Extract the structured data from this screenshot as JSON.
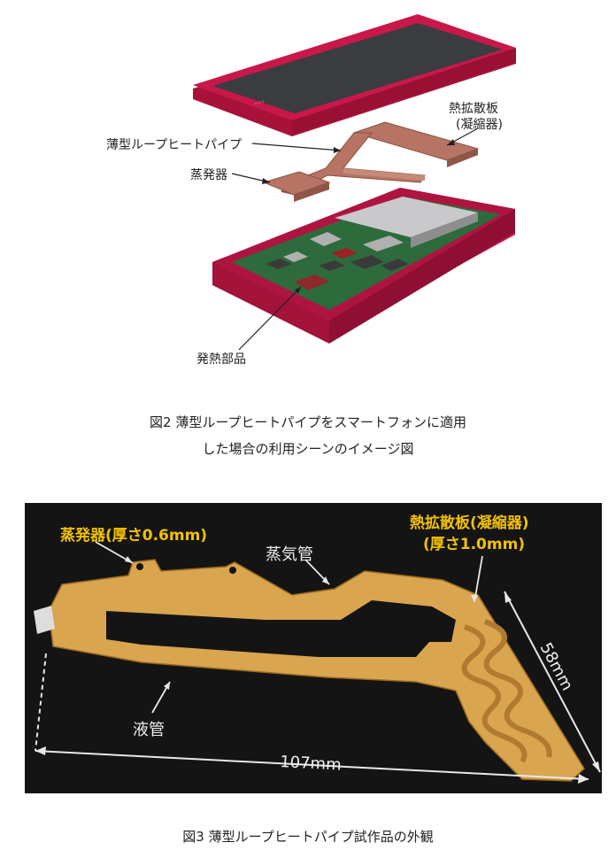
{
  "figure2": {
    "labels": {
      "heat_spreader_line1": "熱拡散板",
      "heat_spreader_line2": "(凝縮器)",
      "loop_heat_pipe": "薄型ループヒートパイプ",
      "evaporator": "蒸発器",
      "heat_source": "発熱部品"
    },
    "caption_line1": "図2 薄型ループヒートパイプをスマートフォンに適用",
    "caption_line2": "した場合の利用シーンのイメージ図"
  },
  "figure3": {
    "labels": {
      "evaporator": "蒸発器(厚さ0.6mm)",
      "heat_spreader_line1": "熱拡散板(凝縮器)",
      "heat_spreader_line2": "(厚さ1.0mm)",
      "vapor_line": "蒸気管",
      "liquid_line": "液管",
      "width_dim": "107mm",
      "height_dim": "58mm"
    },
    "caption": "図3 薄型ループヒートパイプ試作品の外観"
  },
  "colors": {
    "phone_red": "#c8184a",
    "copper": "#b77464",
    "photo_bg": "#141414",
    "copper_photo": "#d9a54e",
    "label_yellow": "#f2c200"
  }
}
